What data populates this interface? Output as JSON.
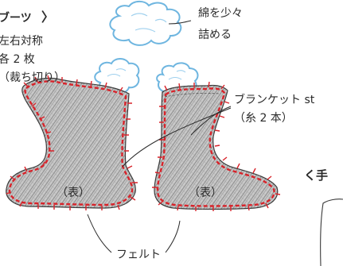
{
  "boots_section": {
    "heading": "ブーツ",
    "chevron": "〉",
    "note_lines": [
      "左右対称",
      "各 2 枚",
      "（裁ち切り）"
    ]
  },
  "stuffing_label": [
    "綿を少々",
    "詰める"
  ],
  "stitch_label": [
    "ブランケット st",
    "（糸 2 本）"
  ],
  "hand_heading": "く手",
  "face_left_label": "（表）",
  "face_right_label": "（表）",
  "felt_label": "フェルト",
  "colors": {
    "stitch_red": "#d8232a",
    "felt_gray": "#8c8c8c",
    "cotton_blue": "#6fb6e0",
    "ink": "#2a2a2a"
  }
}
